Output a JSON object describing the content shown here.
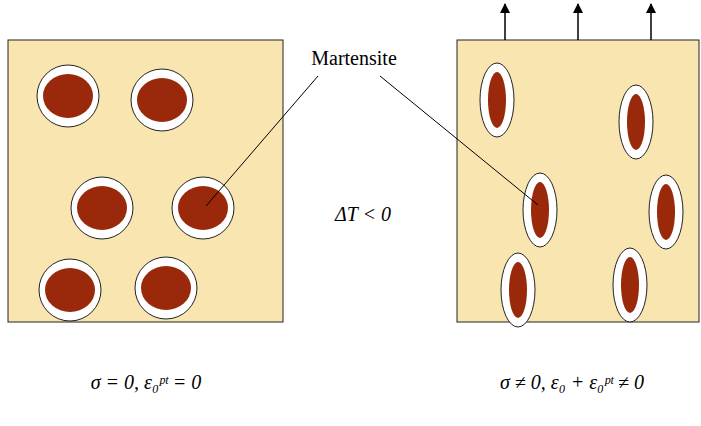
{
  "diagram": {
    "labels": [
      "Martensite",
      "ΔT < 0",
      "σ = 0, ε₀ᵖᵗ = 0",
      "σ ≠ 0, ε₀ + ε₀ᵖᵗ ≠ 0"
    ]
  }
}
